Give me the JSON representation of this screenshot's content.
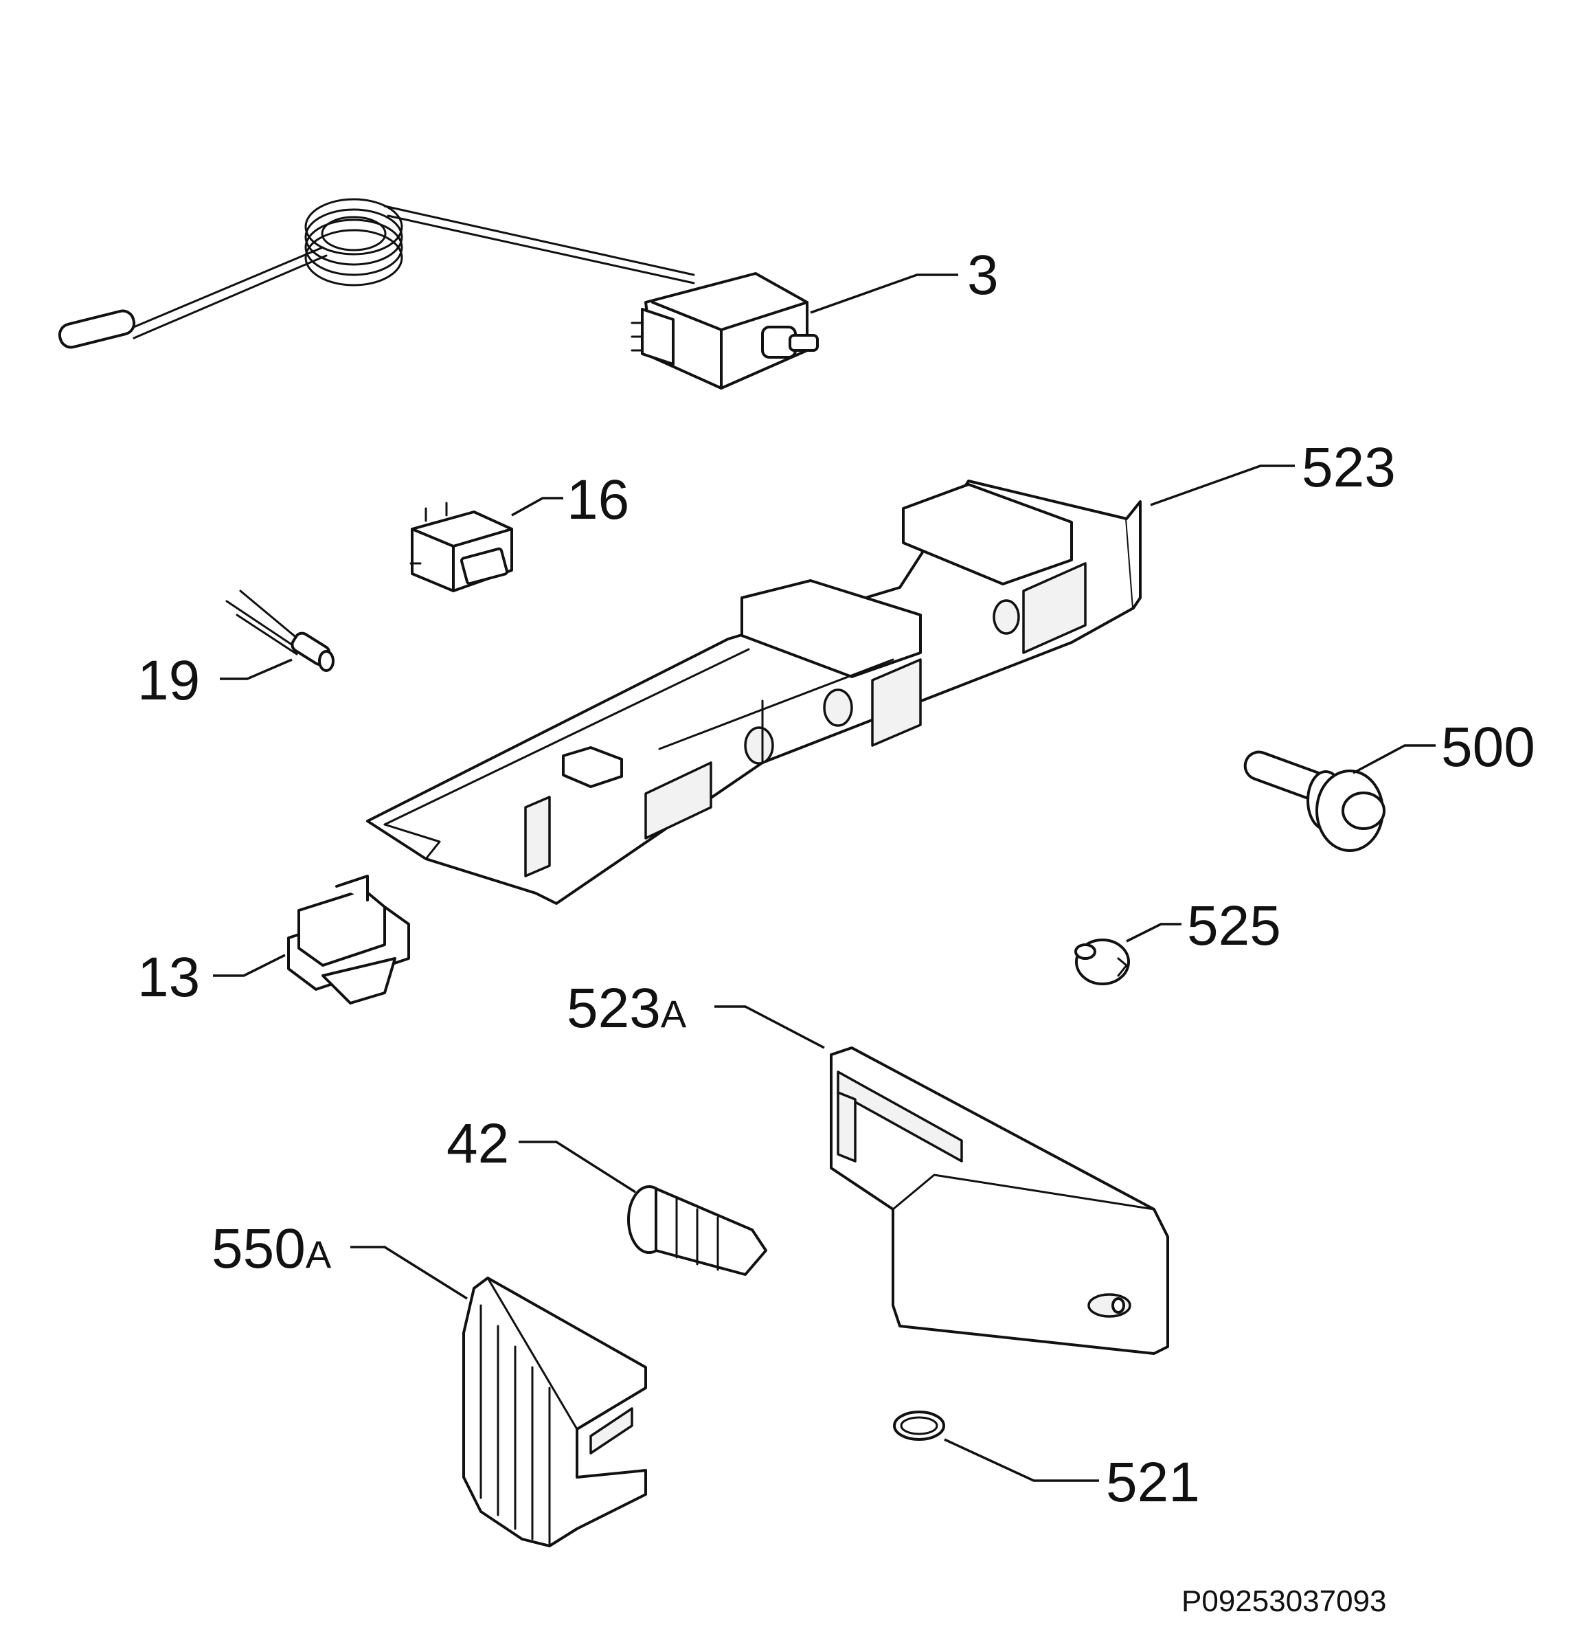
{
  "diagram": {
    "drawing_code": "P09253037093",
    "parts": [
      {
        "id": "p3",
        "label": "3",
        "suffix": ""
      },
      {
        "id": "p16",
        "label": "16",
        "suffix": ""
      },
      {
        "id": "p19",
        "label": "19",
        "suffix": ""
      },
      {
        "id": "p523",
        "label": "523",
        "suffix": ""
      },
      {
        "id": "p500",
        "label": "500",
        "suffix": ""
      },
      {
        "id": "p525",
        "label": "525",
        "suffix": ""
      },
      {
        "id": "p13",
        "label": "13",
        "suffix": ""
      },
      {
        "id": "p523a",
        "label": "523",
        "suffix": "A"
      },
      {
        "id": "p42",
        "label": "42",
        "suffix": ""
      },
      {
        "id": "p550a",
        "label": "550",
        "suffix": "A"
      },
      {
        "id": "p521",
        "label": "521",
        "suffix": ""
      }
    ]
  }
}
